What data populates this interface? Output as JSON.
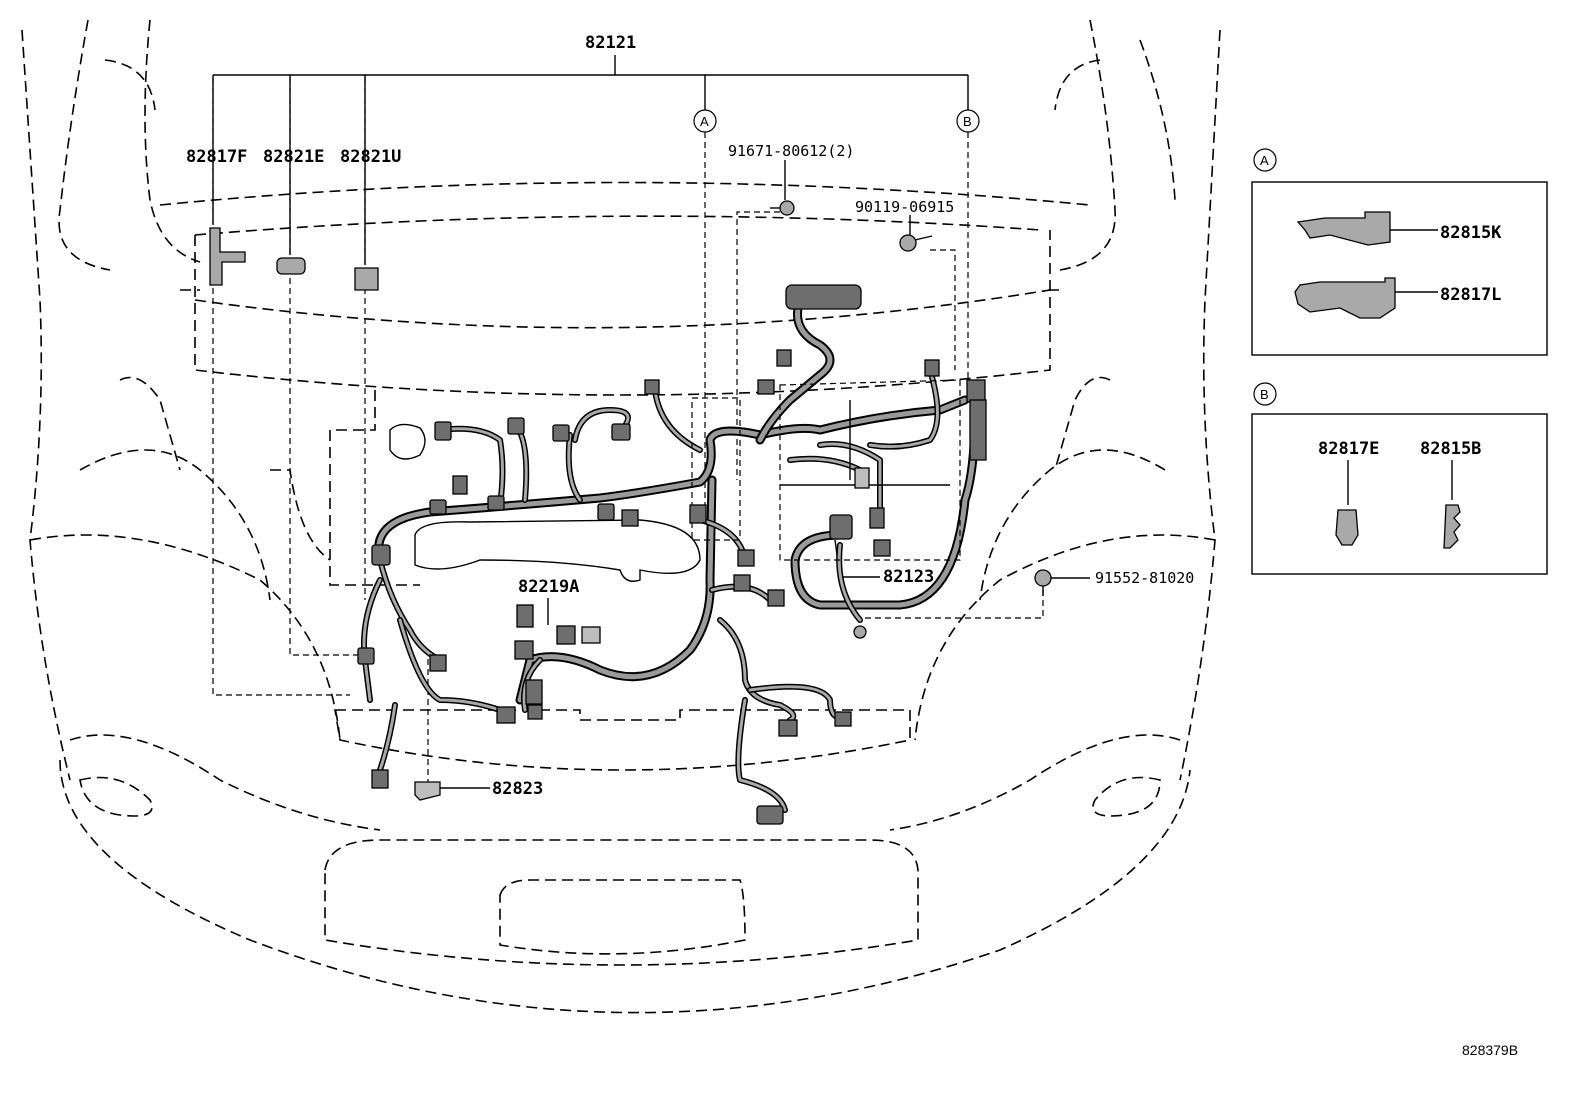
{
  "parts": {
    "main_harness": "82121",
    "clamp_f": "82817F",
    "clip_e": "82821E",
    "clip_u": "82821U",
    "bolt_80612": "91671-80612(2)",
    "bolt_06915": "90119-06915",
    "sub_harness_a": "82219A",
    "sub_harness_123": "82123",
    "bolt_81020": "91552-81020",
    "cap_82823": "82823"
  },
  "callouts": {
    "a": "A",
    "b": "B"
  },
  "inset_a": {
    "label": "A",
    "parts": [
      "82815K",
      "82817L"
    ]
  },
  "inset_b": {
    "label": "B",
    "parts": [
      "82817E",
      "82815B"
    ]
  },
  "diagram_ref": "828379B"
}
